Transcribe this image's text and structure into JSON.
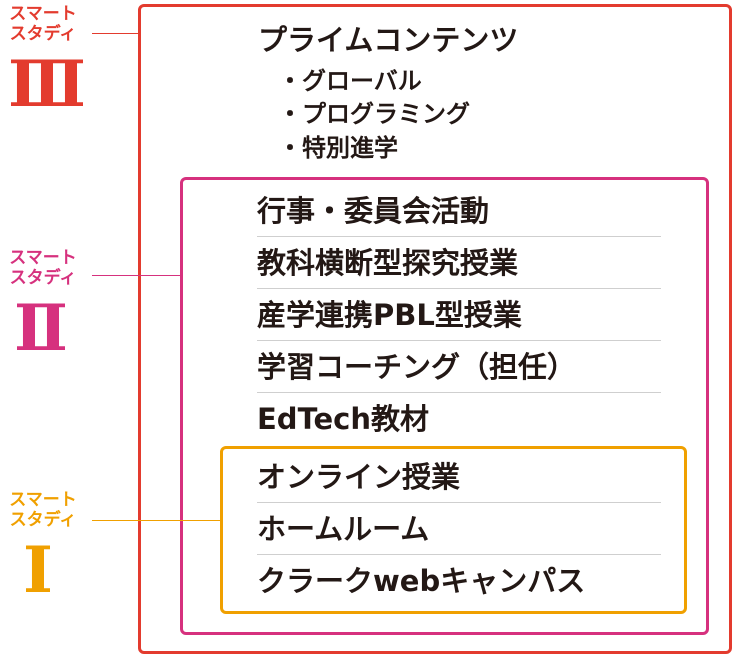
{
  "levels": [
    {
      "label": "スマート\nスタディ",
      "numeral": "Ⅲ",
      "color": "#e33b2e"
    },
    {
      "label": "スマート\nスタディ",
      "numeral": "Ⅱ",
      "color": "#d6317e"
    },
    {
      "label": "スマート\nスタディ",
      "numeral": "Ⅰ",
      "color": "#f0a000"
    }
  ],
  "level3": {
    "title": "プライムコンテンツ",
    "subitems": [
      "・グローバル",
      "・プログラミング",
      "・特別進学"
    ]
  },
  "level2": {
    "items": [
      "行事・委員会活動",
      "教科横断型探究授業",
      "産学連携PBL型授業",
      "学習コーチング（担任）",
      "EdTech教材"
    ]
  },
  "level1": {
    "items": [
      "オンライン授業",
      "ホームルーム",
      "クラークwebキャンパス"
    ]
  }
}
